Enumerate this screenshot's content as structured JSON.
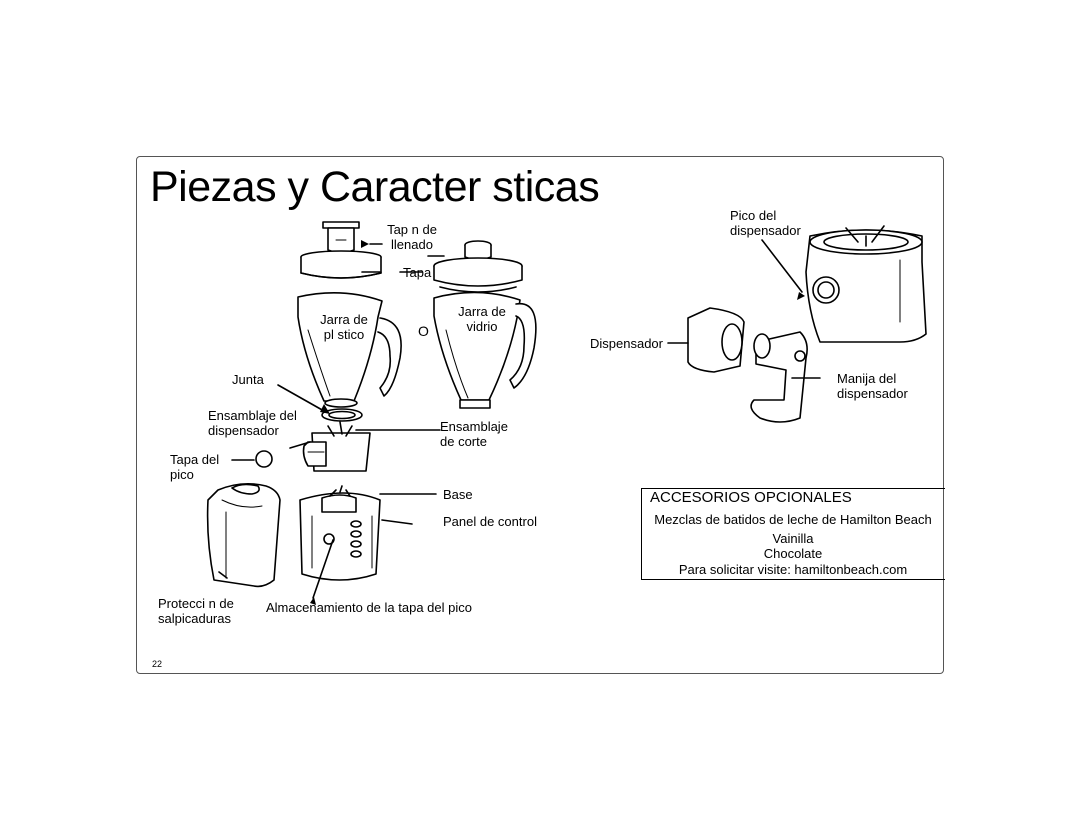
{
  "title": "Piezas y Caracter sticas",
  "labels": {
    "fill_cap": [
      "Tap n de",
      "llenado"
    ],
    "lid": "Tapa",
    "plastic_jar": [
      "Jarra de",
      "pl stico"
    ],
    "or_word": "O",
    "glass_jar": [
      "Jarra de",
      "vidrio"
    ],
    "gasket": "Junta",
    "dispenser_assembly": [
      "Ensamblaje del",
      "dispensador"
    ],
    "blade_assembly": [
      "Ensamblaje",
      "de corte"
    ],
    "spout_cap": [
      "Tapa del",
      "pico"
    ],
    "base": "Base",
    "control_panel": "Panel de control",
    "splash_guard": [
      "Protecci n de",
      "salpicaduras"
    ],
    "spout_cap_storage": "Almacenamiento de la tapa del pico",
    "dispenser_spout": [
      "Pico del",
      "dispensador"
    ],
    "dispenser": "Dispensador",
    "dispenser_handle": [
      "Manija del",
      "dispensador"
    ]
  },
  "accessories": {
    "heading": "ACCESORIOS OPCIONALES",
    "lines": [
      "Mezclas de batidos de leche de Hamilton Beach",
      "Vainilla",
      "Chocolate",
      "Para solicitar visite: hamiltonbeach.com"
    ]
  },
  "page_number": "22"
}
